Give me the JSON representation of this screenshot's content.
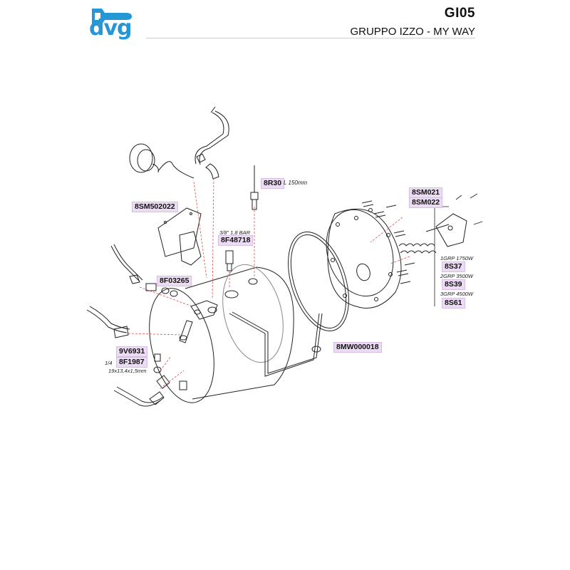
{
  "header": {
    "brand": "dvg",
    "code": "GI05",
    "title": "GRUPPO IZZO - MY WAY"
  },
  "colors": {
    "brand_blue": "#2596d6",
    "label_bg": "#ecdcf3",
    "leader_red": "#e05050"
  },
  "parts": {
    "r30": {
      "code": "8R30",
      "note": "L 150mm"
    },
    "sm502022": {
      "code": "8SM502022"
    },
    "f48718": {
      "code": "8F48718",
      "note": "3/8\" 1,8 BAR"
    },
    "f03265": {
      "code": "8F03265"
    },
    "v6931": {
      "code": "9V6931"
    },
    "f1987": {
      "code": "8F1987",
      "note_left": "1/4",
      "note_below": "19x13,4x1,5mm"
    },
    "mw000018": {
      "code": "8MW000018"
    },
    "sm021": {
      "code": "8SM021"
    },
    "sm022": {
      "code": "8SM022"
    },
    "s37": {
      "code": "8S37",
      "note": "1GRP 1750W"
    },
    "s39": {
      "code": "8S39",
      "note": "2GRP 3500W"
    },
    "s61": {
      "code": "8S61",
      "note": "3GRP 4500W"
    }
  }
}
